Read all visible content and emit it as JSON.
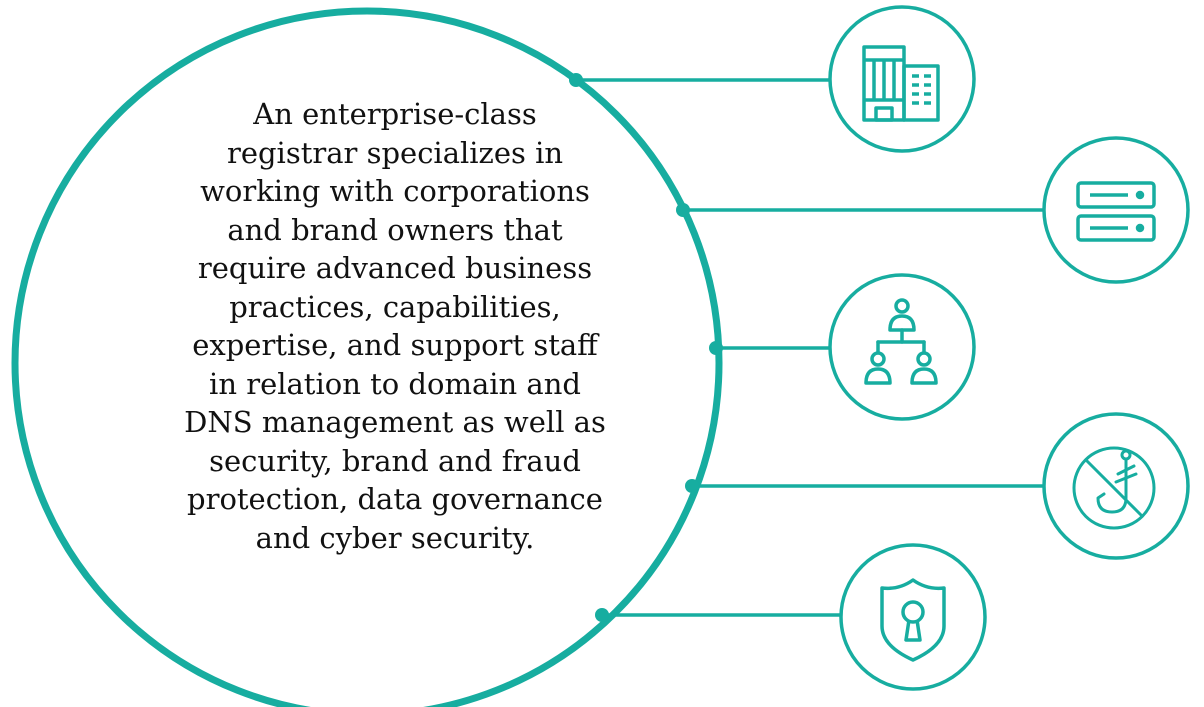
{
  "colors": {
    "accent": "#17ADA0",
    "text": "#111111",
    "background": "#FFFFFF"
  },
  "description": "An enterprise-class\nregistrar specializes in\nworking with corporations\nand brand owners that\nrequire advanced business\npractices, capabilities,\nexpertise, and support staff\nin relation to domain and\nDNS management as well as\nsecurity, brand and fraud\nprotection, data governance\nand cyber security.",
  "icons": [
    {
      "name": "buildings-icon",
      "order": 1
    },
    {
      "name": "server-icon",
      "order": 2
    },
    {
      "name": "org-chart-icon",
      "order": 3
    },
    {
      "name": "no-phishing-icon",
      "order": 4
    },
    {
      "name": "shield-lock-icon",
      "order": 5
    }
  ]
}
